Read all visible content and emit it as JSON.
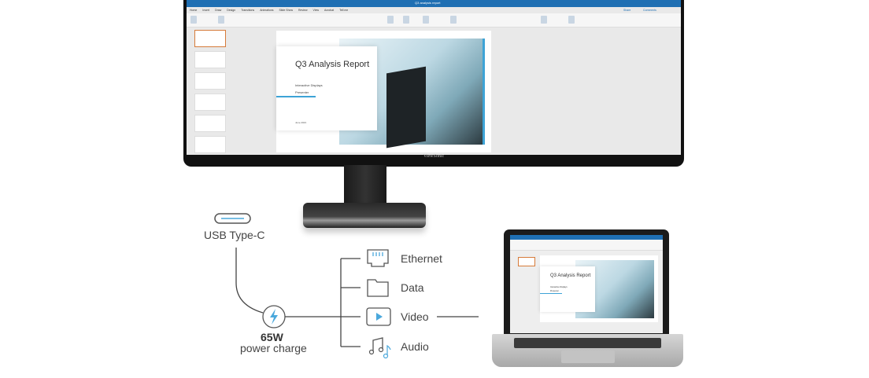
{
  "monitor": {
    "brand": "ViewSonic",
    "app": {
      "window_title": "Q3 analysis report",
      "tabs": [
        "Home",
        "Insert",
        "Draw",
        "Design",
        "Transitions",
        "Animations",
        "Slide Show",
        "Review",
        "View",
        "Acrobat",
        "Tell me"
      ],
      "share": "Share",
      "comments": "Comments",
      "slide": {
        "title": "Q3 Analysis Report",
        "subtitle": "Interactive Displays",
        "presenter": "Presenter",
        "date": "June 2023"
      }
    }
  },
  "laptop": {
    "slide": {
      "title": "Q3 Analysis Report",
      "subtitle": "Interactive Displays",
      "presenter": "Presenter"
    }
  },
  "diagram": {
    "connector": {
      "label": "USB Type-C",
      "icon": "usb-c-port-icon"
    },
    "power": {
      "value": "65W",
      "label": "power charge",
      "icon": "lightning-icon"
    },
    "outputs": [
      {
        "label": "Ethernet",
        "icon": "ethernet-port-icon"
      },
      {
        "label": "Data",
        "icon": "folder-icon"
      },
      {
        "label": "Video",
        "icon": "play-icon"
      },
      {
        "label": "Audio",
        "icon": "music-notes-icon"
      }
    ],
    "accent": "#4aa8dc"
  }
}
